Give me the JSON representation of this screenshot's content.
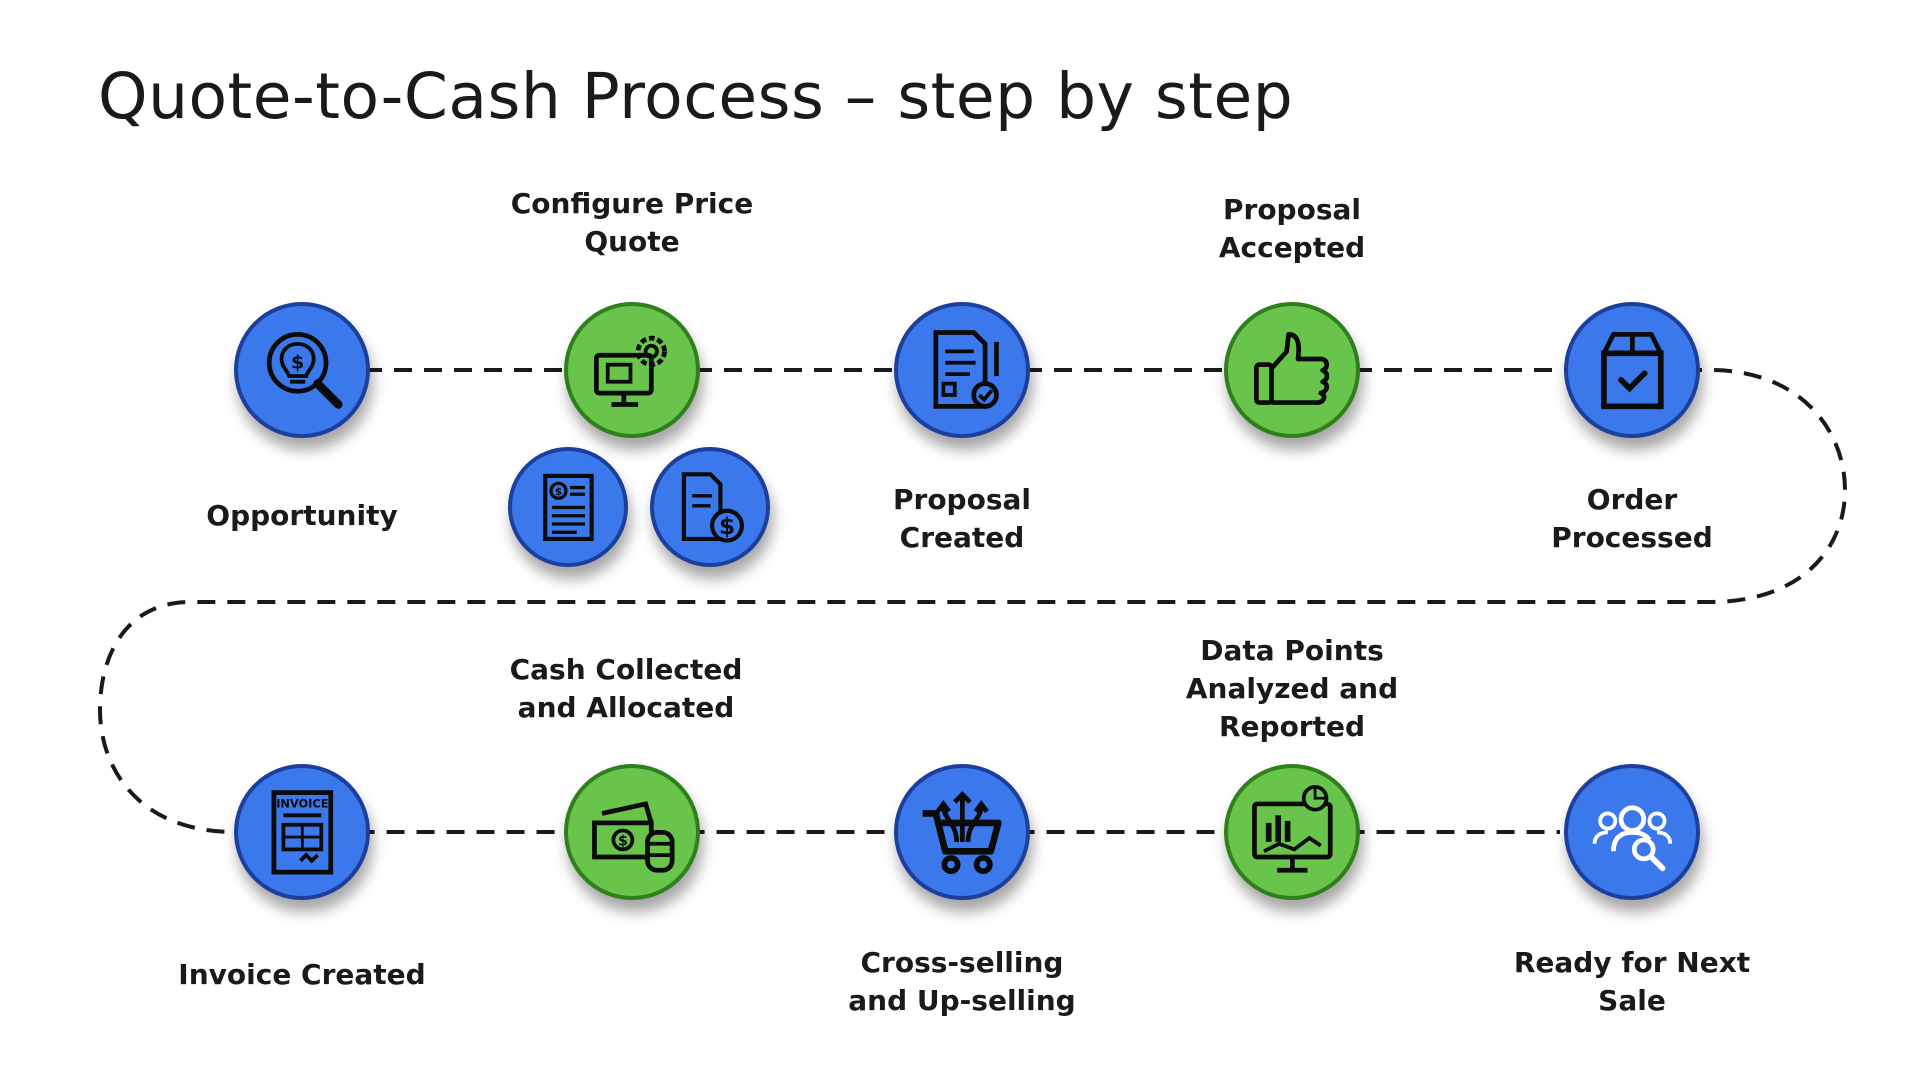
{
  "title": "Quote-to-Cash Process – step by step",
  "colors": {
    "blue": "#3a78ec",
    "green": "#68c44a",
    "text": "#1a1a1a"
  },
  "steps": [
    {
      "lines": [
        "Opportunity"
      ],
      "icon": "lightbulb-search-icon",
      "color": "blue"
    },
    {
      "lines": [
        "Configure Price",
        "Quote"
      ],
      "icon": "computer-gear-icon",
      "color": "green"
    },
    {
      "lines": [
        "Proposal",
        "Created"
      ],
      "icon": "document-approved-icon",
      "color": "blue"
    },
    {
      "lines": [
        "Proposal",
        "Accepted"
      ],
      "icon": "thumbs-up-icon",
      "color": "green"
    },
    {
      "lines": [
        "Order",
        "Processed"
      ],
      "icon": "box-check-icon",
      "color": "blue"
    },
    {
      "lines": [
        "Invoice Created"
      ],
      "icon": "invoice-icon",
      "color": "blue",
      "icon_text": "INVOICE"
    },
    {
      "lines": [
        "Cash Collected",
        "and Allocated"
      ],
      "icon": "cash-coins-icon",
      "color": "green"
    },
    {
      "lines": [
        "Cross-selling",
        "and Up-selling"
      ],
      "icon": "cart-arrows-icon",
      "color": "blue"
    },
    {
      "lines": [
        "Data Points",
        "Analyzed and",
        "Reported"
      ],
      "icon": "analytics-monitor-icon",
      "color": "green"
    },
    {
      "lines": [
        "Ready for Next",
        "Sale"
      ],
      "icon": "customer-search-icon",
      "color": "blue"
    }
  ],
  "sub_icons": [
    {
      "icon": "price-sheet-icon",
      "color": "blue"
    },
    {
      "icon": "bill-dollar-icon",
      "color": "blue"
    }
  ]
}
